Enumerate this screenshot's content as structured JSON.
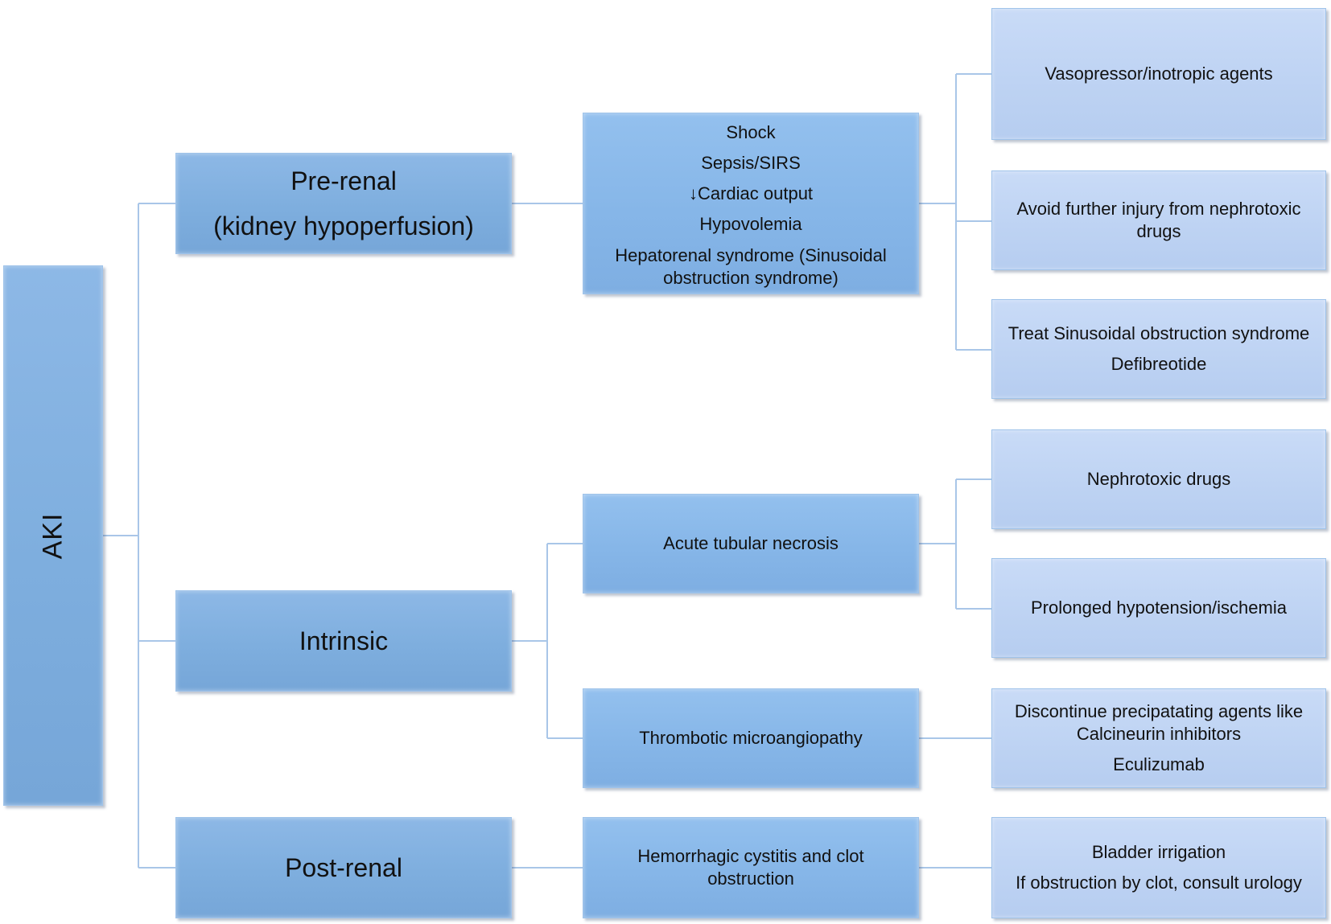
{
  "root": {
    "label": "AKI"
  },
  "categories": {
    "prerenal": {
      "line1": "Pre-renal",
      "line2": "(kidney hypoperfusion)"
    },
    "intrinsic": {
      "label": "Intrinsic"
    },
    "postrenal": {
      "label": "Post-renal"
    }
  },
  "causes": {
    "prerenal": {
      "items": [
        "Shock",
        "Sepsis/SIRS",
        "↓Cardiac output",
        "Hypovolemia"
      ],
      "last_line1": "Hepatorenal syndrome (Sinusoidal",
      "last_line2": "obstruction syndrome)"
    },
    "atn": {
      "label": "Acute tubular necrosis"
    },
    "tma": {
      "label": "Thrombotic microangiopathy"
    },
    "hemorrhagic": {
      "line1": "Hemorrhagic cystitis and clot",
      "line2": "obstruction"
    }
  },
  "actions": {
    "vasopressor": {
      "label": "Vasopressor/inotropic agents"
    },
    "avoid_injury": {
      "line1": "Avoid further injury from nephrotoxic",
      "line2": "drugs"
    },
    "sos": {
      "line1": "Treat Sinusoidal obstruction syndrome",
      "line2": "Defibreotide"
    },
    "nephrotoxic": {
      "label": "Nephrotoxic drugs"
    },
    "hypotension": {
      "label": "Prolonged hypotension/ischemia"
    },
    "discontinue": {
      "line1": "Discontinue precipatating agents like",
      "line2": "Calcineurin inhibitors",
      "line3": "Eculizumab"
    },
    "bladder": {
      "line1": "Bladder irrigation",
      "line2": "If obstruction by clot, consult urology"
    }
  },
  "colors": {
    "connector": "#a9c6e8",
    "level1_fill": "#7eaede",
    "level2_fill": "#86b6e8",
    "level3_fill": "#bed3f3"
  }
}
